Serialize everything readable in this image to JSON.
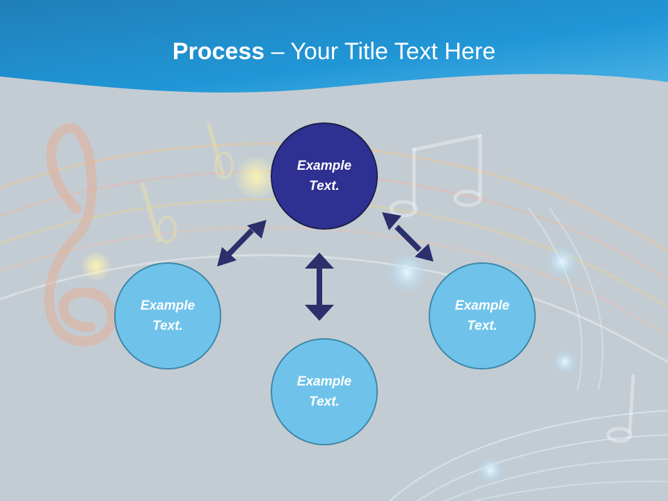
{
  "title": {
    "bold": "Process",
    "rest": " – Your Title Text Here"
  },
  "nodes": {
    "top": "Example Text.",
    "left": "Example Text.",
    "right": "Example Text.",
    "bottom": "Example Text."
  },
  "colors": {
    "header": "#1e8fcf",
    "background": "#c4ccd3",
    "center_circle": "#2e3192",
    "outer_circle": "#6fc3ea",
    "arrow": "#2b2f6b"
  }
}
